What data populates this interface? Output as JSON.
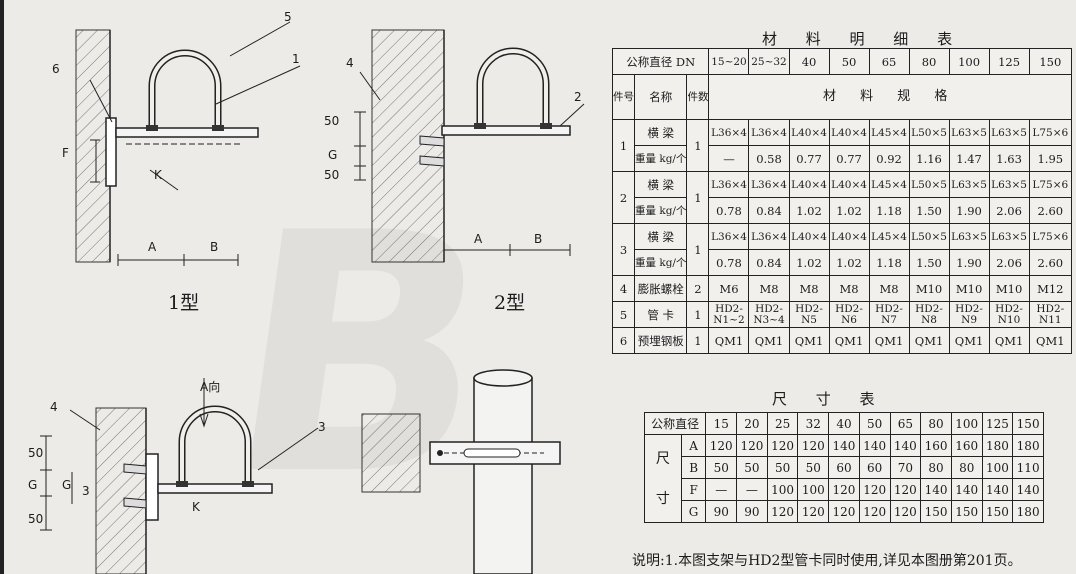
{
  "figures": {
    "type1_label": "1型",
    "type2_label": "2型",
    "view_label": "A向"
  },
  "callouts": {
    "c1": "1",
    "c2": "2",
    "c3": "3",
    "c4": "4",
    "c5": "5",
    "c6": "6",
    "F": "F",
    "K": "K",
    "A": "A",
    "B": "B",
    "G": "G",
    "n50": "50",
    "n3": "3"
  },
  "materials": {
    "title": "材 料 明 细 表",
    "dn_header": "公称直径 DN",
    "dn": [
      "15~20",
      "25~32",
      "40",
      "50",
      "65",
      "80",
      "100",
      "125",
      "150"
    ],
    "col_no": "件号",
    "col_name": "名称",
    "col_qty": "件数",
    "spec_header": "材 料 规 格",
    "rows": [
      {
        "no": "1",
        "name": "横 梁",
        "qty": "1",
        "specs": [
          "L36×4",
          "L36×4",
          "L40×4",
          "L40×4",
          "L45×4",
          "L50×5",
          "L63×5",
          "L63×5",
          "L75×6"
        ]
      },
      {
        "no": "",
        "name": "重量 kg/个",
        "qty": "",
        "specs": [
          "—",
          "0.58",
          "0.77",
          "0.77",
          "0.92",
          "1.16",
          "1.47",
          "1.63",
          "1.95"
        ]
      },
      {
        "no": "2",
        "name": "横 梁",
        "qty": "1",
        "specs": [
          "L36×4",
          "L36×4",
          "L40×4",
          "L40×4",
          "L45×4",
          "L50×5",
          "L63×5",
          "L63×5",
          "L75×6"
        ]
      },
      {
        "no": "",
        "name": "重量 kg/个",
        "qty": "",
        "specs": [
          "0.78",
          "0.84",
          "1.02",
          "1.02",
          "1.18",
          "1.50",
          "1.90",
          "2.06",
          "2.60"
        ]
      },
      {
        "no": "3",
        "name": "横 梁",
        "qty": "1",
        "specs": [
          "L36×4",
          "L36×4",
          "L40×4",
          "L40×4",
          "L45×4",
          "L50×5",
          "L63×5",
          "L63×5",
          "L75×6"
        ]
      },
      {
        "no": "",
        "name": "重量 kg/个",
        "qty": "",
        "specs": [
          "0.78",
          "0.84",
          "1.02",
          "1.02",
          "1.18",
          "1.50",
          "1.90",
          "2.06",
          "2.60"
        ]
      },
      {
        "no": "4",
        "name": "膨胀螺栓",
        "qty": "2",
        "specs": [
          "M6",
          "M8",
          "M8",
          "M8",
          "M8",
          "M10",
          "M10",
          "M10",
          "M12"
        ]
      },
      {
        "no": "5",
        "name": "管 卡",
        "qty": "1",
        "specs": [
          "HD2-N1~2",
          "HD2-N3~4",
          "HD2-N5",
          "HD2-N6",
          "HD2-N7",
          "HD2-N8",
          "HD2-N9",
          "HD2-N10",
          "HD2-N11"
        ]
      },
      {
        "no": "6",
        "name": "预埋钢板",
        "qty": "1",
        "specs": [
          "QM1",
          "QM1",
          "QM1",
          "QM1",
          "QM1",
          "QM1",
          "QM1",
          "QM1",
          "QM1"
        ]
      }
    ]
  },
  "dimensions": {
    "title": "尺 寸 表",
    "header": "公称直径",
    "dn": [
      "15",
      "20",
      "25",
      "32",
      "40",
      "50",
      "65",
      "80",
      "100",
      "125",
      "150"
    ],
    "group_label": "尺寸",
    "rows": [
      {
        "key": "A",
        "values": [
          "120",
          "120",
          "120",
          "120",
          "140",
          "140",
          "140",
          "160",
          "160",
          "180",
          "180"
        ]
      },
      {
        "key": "B",
        "values": [
          "50",
          "50",
          "50",
          "50",
          "60",
          "60",
          "70",
          "80",
          "80",
          "100",
          "110"
        ]
      },
      {
        "key": "F",
        "values": [
          "—",
          "—",
          "100",
          "100",
          "120",
          "120",
          "120",
          "140",
          "140",
          "140",
          "140"
        ]
      },
      {
        "key": "G",
        "values": [
          "90",
          "90",
          "120",
          "120",
          "120",
          "120",
          "120",
          "150",
          "150",
          "150",
          "180"
        ]
      }
    ]
  },
  "note": "说明:1.本图支架与HD2型管卡同时使用,详见本图册第201页。"
}
